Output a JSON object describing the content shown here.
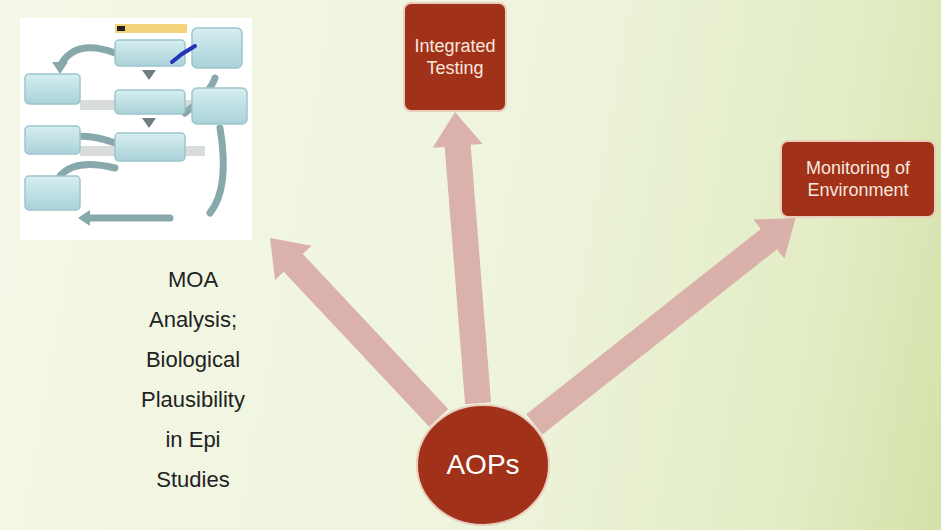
{
  "diagram": {
    "nodes": [
      {
        "text": [
          "AOPs"
        ]
      },
      {
        "text": [
          "Integrated Testing"
        ]
      },
      {
        "text": [
          "Monitoring of Environment"
        ]
      },
      {
        "text": [
          "MOA Analysis; Biological Plausibility in Epi Studies"
        ]
      }
    ],
    "edges": [
      {
        "from": 0,
        "to": 1,
        "arrow": "to"
      },
      {
        "from": 0,
        "to": 2,
        "arrow": "to"
      },
      {
        "from": 0,
        "to": 3,
        "arrow": "to"
      }
    ]
  }
}
